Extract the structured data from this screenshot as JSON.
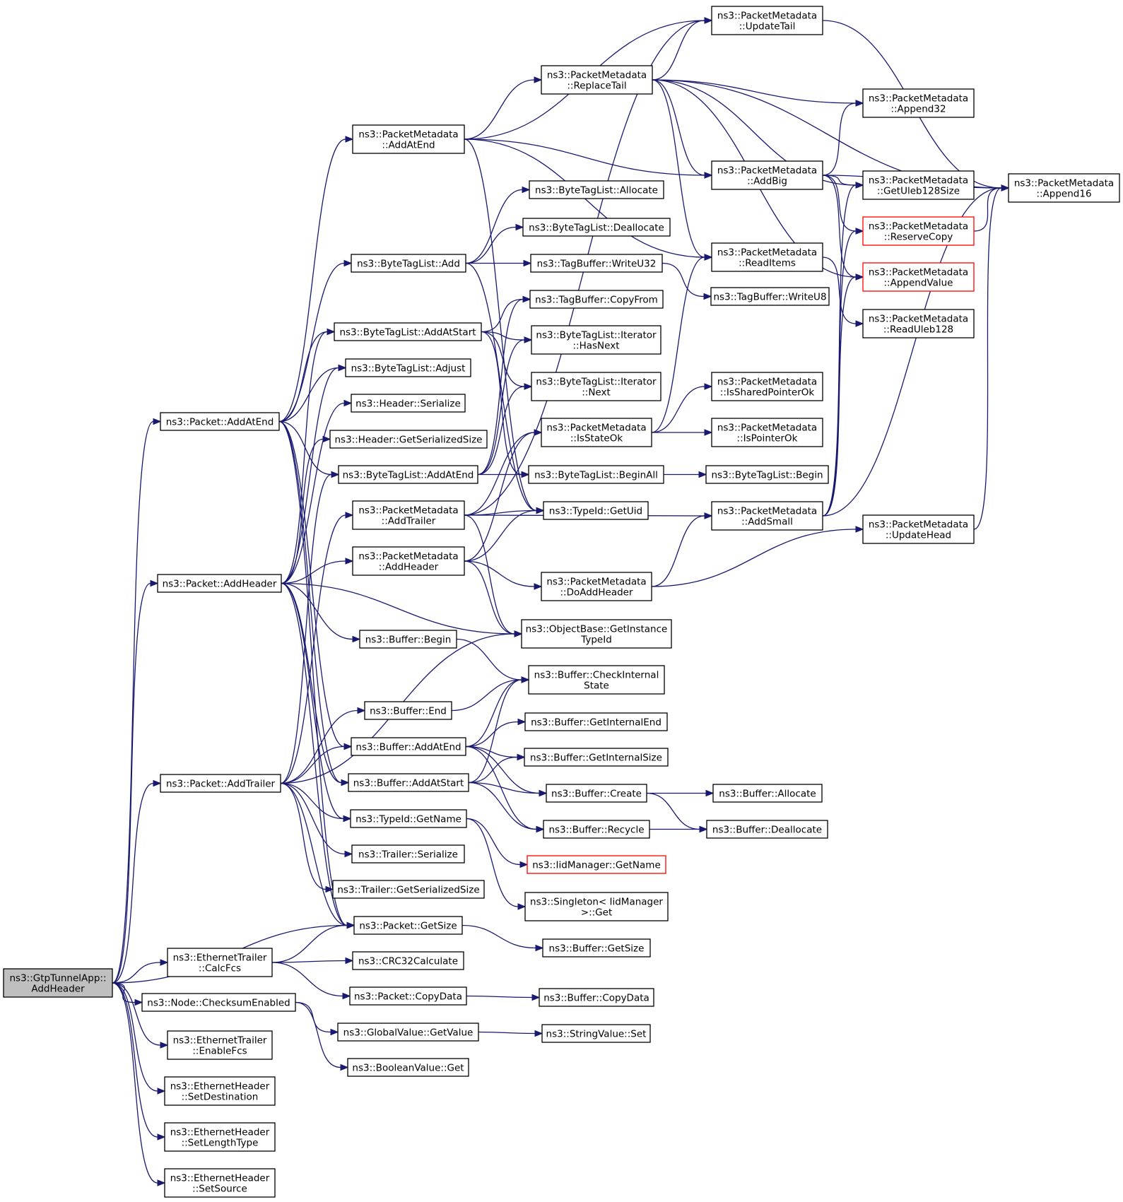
{
  "colors": {
    "edge": "#191970",
    "border": "#000000",
    "border_red": "#ff0000",
    "root_fill": "#bfbfbf",
    "node_fill": "#ffffff"
  },
  "nodes": {
    "root": [
      "ns3::GtpTunnelApp::",
      "AddHeader"
    ],
    "pkt_addatend": [
      "ns3::Packet::AddAtEnd"
    ],
    "pkt_addheader": [
      "ns3::Packet::AddHeader"
    ],
    "pkt_addtrailer": [
      "ns3::Packet::AddTrailer"
    ],
    "eth_calcfcs": [
      "ns3::EthernetTrailer",
      "::CalcFcs"
    ],
    "node_checksum": [
      "ns3::Node::ChecksumEnabled"
    ],
    "eth_enablefcs": [
      "ns3::EthernetTrailer",
      "::EnableFcs"
    ],
    "eth_setdest": [
      "ns3::EthernetHeader",
      "::SetDestination"
    ],
    "eth_setlen": [
      "ns3::EthernetHeader",
      "::SetLengthType"
    ],
    "eth_setsrc": [
      "ns3::EthernetHeader",
      "::SetSource"
    ],
    "pm_addatend": [
      "ns3::PacketMetadata",
      "::AddAtEnd"
    ],
    "btl_add": [
      "ns3::ByteTagList::Add"
    ],
    "btl_addatstart": [
      "ns3::ByteTagList::AddAtStart"
    ],
    "btl_adjust": [
      "ns3::ByteTagList::Adjust"
    ],
    "hdr_serialize": [
      "ns3::Header::Serialize"
    ],
    "hdr_getsize": [
      "ns3::Header::GetSerializedSize"
    ],
    "btl_addatend": [
      "ns3::ByteTagList::AddAtEnd"
    ],
    "pm_addtrailer": [
      "ns3::PacketMetadata",
      "::AddTrailer"
    ],
    "pm_addheader": [
      "ns3::PacketMetadata",
      "::AddHeader"
    ],
    "buf_begin": [
      "ns3::Buffer::Begin"
    ],
    "buf_end": [
      "ns3::Buffer::End"
    ],
    "buf_addatend": [
      "ns3::Buffer::AddAtEnd"
    ],
    "buf_addatstart": [
      "ns3::Buffer::AddAtStart"
    ],
    "tid_getname": [
      "ns3::TypeId::GetName"
    ],
    "trl_serialize": [
      "ns3::Trailer::Serialize"
    ],
    "trl_getsize": [
      "ns3::Trailer::GetSerializedSize"
    ],
    "pkt_getsize": [
      "ns3::Packet::GetSize"
    ],
    "crc32": [
      "ns3::CRC32Calculate"
    ],
    "pkt_copydata": [
      "ns3::Packet::CopyData"
    ],
    "gv_getvalue": [
      "ns3::GlobalValue::GetValue"
    ],
    "bool_get": [
      "ns3::BooleanValue::Get"
    ],
    "pm_replacetail": [
      "ns3::PacketMetadata",
      "::ReplaceTail"
    ],
    "btl_allocate": [
      "ns3::ByteTagList::Allocate"
    ],
    "btl_deallocate": [
      "ns3::ByteTagList::Deallocate"
    ],
    "tb_writeu32": [
      "ns3::TagBuffer::WriteU32"
    ],
    "tb_copyfrom": [
      "ns3::TagBuffer::CopyFrom"
    ],
    "btl_it_hasnext": [
      "ns3::ByteTagList::Iterator",
      "::HasNext"
    ],
    "btl_it_next": [
      "ns3::ByteTagList::Iterator",
      "::Next"
    ],
    "pm_isstateok": [
      "ns3::PacketMetadata",
      "::IsStateOk"
    ],
    "btl_beginall": [
      "ns3::ByteTagList::BeginAll"
    ],
    "tid_getuid": [
      "ns3::TypeId::GetUid"
    ],
    "pm_doaddheader": [
      "ns3::PacketMetadata",
      "::DoAddHeader"
    ],
    "ob_gettid": [
      "ns3::ObjectBase::GetInstance",
      "TypeId"
    ],
    "buf_checkstate": [
      "ns3::Buffer::CheckInternal",
      "State"
    ],
    "buf_getinternalend": [
      "ns3::Buffer::GetInternalEnd"
    ],
    "buf_getinternalsize": [
      "ns3::Buffer::GetInternalSize"
    ],
    "buf_create": [
      "ns3::Buffer::Create"
    ],
    "buf_recycle": [
      "ns3::Buffer::Recycle"
    ],
    "iid_getname": [
      "ns3::IidManager::GetName"
    ],
    "singleton_get": [
      "ns3::Singleton< IidManager",
      ">::Get"
    ],
    "buf_getsize": [
      "ns3::Buffer::GetSize"
    ],
    "buf_copydata": [
      "ns3::Buffer::CopyData"
    ],
    "sv_set": [
      "ns3::StringValue::Set"
    ],
    "pm_updatetail": [
      "ns3::PacketMetadata",
      "::UpdateTail"
    ],
    "pm_addbig": [
      "ns3::PacketMetadata",
      "::AddBig"
    ],
    "pm_readitems": [
      "ns3::PacketMetadata",
      "::ReadItems"
    ],
    "tb_writeu8": [
      "ns3::TagBuffer::WriteU8"
    ],
    "pm_issharedok": [
      "ns3::PacketMetadata",
      "::IsSharedPointerOk"
    ],
    "pm_ispointerok": [
      "ns3::PacketMetadata",
      "::IsPointerOk"
    ],
    "btl_begin": [
      "ns3::ByteTagList::Begin"
    ],
    "pm_addsmall": [
      "ns3::PacketMetadata",
      "::AddSmall"
    ],
    "buf_allocate": [
      "ns3::Buffer::Allocate"
    ],
    "buf_deallocate": [
      "ns3::Buffer::Deallocate"
    ],
    "pm_append32": [
      "ns3::PacketMetadata",
      "::Append32"
    ],
    "pm_getuleb": [
      "ns3::PacketMetadata",
      "::GetUleb128Size"
    ],
    "pm_reservecopy": [
      "ns3::PacketMetadata",
      "::ReserveCopy"
    ],
    "pm_appendvalue": [
      "ns3::PacketMetadata",
      "::AppendValue"
    ],
    "pm_readuleb": [
      "ns3::PacketMetadata",
      "::ReadUleb128"
    ],
    "pm_updatehead": [
      "ns3::PacketMetadata",
      "::UpdateHead"
    ],
    "pm_append16": [
      "ns3::PacketMetadata",
      "::Append16"
    ]
  },
  "edges": [
    [
      "root",
      "pkt_addatend"
    ],
    [
      "root",
      "pkt_addheader"
    ],
    [
      "root",
      "pkt_addtrailer"
    ],
    [
      "root",
      "pkt_getsize"
    ],
    [
      "root",
      "eth_calcfcs"
    ],
    [
      "root",
      "node_checksum"
    ],
    [
      "root",
      "eth_enablefcs"
    ],
    [
      "root",
      "eth_setdest"
    ],
    [
      "root",
      "eth_setlen"
    ],
    [
      "root",
      "eth_setsrc"
    ],
    [
      "pkt_addatend",
      "pm_addatend"
    ],
    [
      "pkt_addatend",
      "btl_add"
    ],
    [
      "pkt_addatend",
      "btl_addatstart"
    ],
    [
      "pkt_addatend",
      "btl_adjust"
    ],
    [
      "pkt_addatend",
      "btl_addatend"
    ],
    [
      "pkt_addatend",
      "buf_addatend"
    ],
    [
      "pkt_addatend",
      "buf_addatstart"
    ],
    [
      "pkt_addatend",
      "pkt_getsize"
    ],
    [
      "pkt_addheader",
      "btl_addatstart"
    ],
    [
      "pkt_addheader",
      "btl_adjust"
    ],
    [
      "pkt_addheader",
      "hdr_serialize"
    ],
    [
      "pkt_addheader",
      "hdr_getsize"
    ],
    [
      "pkt_addheader",
      "pm_addheader"
    ],
    [
      "pkt_addheader",
      "ob_gettid"
    ],
    [
      "pkt_addheader",
      "buf_begin"
    ],
    [
      "pkt_addheader",
      "buf_addatstart"
    ],
    [
      "pkt_addheader",
      "tid_getname"
    ],
    [
      "pkt_addheader",
      "pkt_getsize"
    ],
    [
      "pkt_addtrailer",
      "btl_addatend"
    ],
    [
      "pkt_addtrailer",
      "pm_addtrailer"
    ],
    [
      "pkt_addtrailer",
      "ob_gettid"
    ],
    [
      "pkt_addtrailer",
      "buf_end"
    ],
    [
      "pkt_addtrailer",
      "buf_addatend"
    ],
    [
      "pkt_addtrailer",
      "tid_getname"
    ],
    [
      "pkt_addtrailer",
      "trl_serialize"
    ],
    [
      "pkt_addtrailer",
      "trl_getsize"
    ],
    [
      "pkt_addtrailer",
      "pkt_getsize"
    ],
    [
      "eth_calcfcs",
      "pkt_getsize"
    ],
    [
      "eth_calcfcs",
      "crc32"
    ],
    [
      "eth_calcfcs",
      "pkt_copydata"
    ],
    [
      "node_checksum",
      "gv_getvalue"
    ],
    [
      "node_checksum",
      "bool_get"
    ],
    [
      "pm_addatend",
      "pm_updatetail"
    ],
    [
      "pm_addatend",
      "pm_replacetail"
    ],
    [
      "pm_addatend",
      "pm_addbig"
    ],
    [
      "pm_addatend",
      "pm_readitems"
    ],
    [
      "pm_addatend",
      "tid_getuid"
    ],
    [
      "btl_add",
      "btl_allocate"
    ],
    [
      "btl_add",
      "btl_deallocate"
    ],
    [
      "btl_add",
      "tb_writeu32"
    ],
    [
      "btl_add",
      "tid_getuid"
    ],
    [
      "btl_addatstart",
      "tb_copyfrom"
    ],
    [
      "btl_addatstart",
      "btl_it_hasnext"
    ],
    [
      "btl_addatstart",
      "btl_it_next"
    ],
    [
      "btl_addatstart",
      "btl_beginall"
    ],
    [
      "btl_addatend",
      "tb_copyfrom"
    ],
    [
      "btl_addatend",
      "btl_it_hasnext"
    ],
    [
      "btl_addatend",
      "btl_it_next"
    ],
    [
      "btl_addatend",
      "btl_beginall"
    ],
    [
      "pm_addtrailer",
      "pm_isstateok"
    ],
    [
      "pm_addtrailer",
      "tid_getuid"
    ],
    [
      "pm_addtrailer",
      "pm_addsmall"
    ],
    [
      "pm_addtrailer",
      "ob_gettid"
    ],
    [
      "pm_addtrailer",
      "pm_updatetail"
    ],
    [
      "pm_addheader",
      "pm_isstateok"
    ],
    [
      "pm_addheader",
      "tid_getuid"
    ],
    [
      "pm_addheader",
      "pm_doaddheader"
    ],
    [
      "pm_addheader",
      "ob_gettid"
    ],
    [
      "buf_begin",
      "buf_checkstate"
    ],
    [
      "buf_end",
      "buf_checkstate"
    ],
    [
      "buf_addatend",
      "buf_checkstate"
    ],
    [
      "buf_addatend",
      "buf_getinternalend"
    ],
    [
      "buf_addatend",
      "buf_getinternalsize"
    ],
    [
      "buf_addatend",
      "buf_create"
    ],
    [
      "buf_addatend",
      "buf_recycle"
    ],
    [
      "buf_addatstart",
      "buf_checkstate"
    ],
    [
      "buf_addatstart",
      "buf_getinternalsize"
    ],
    [
      "buf_addatstart",
      "buf_create"
    ],
    [
      "buf_addatstart",
      "buf_recycle"
    ],
    [
      "tid_getname",
      "iid_getname"
    ],
    [
      "tid_getname",
      "singleton_get"
    ],
    [
      "pkt_getsize",
      "buf_getsize"
    ],
    [
      "pkt_copydata",
      "buf_copydata"
    ],
    [
      "gv_getvalue",
      "sv_set"
    ],
    [
      "pm_replacetail",
      "pm_updatetail"
    ],
    [
      "pm_replacetail",
      "pm_append32"
    ],
    [
      "pm_replacetail",
      "pm_getuleb"
    ],
    [
      "pm_replacetail",
      "pm_addbig"
    ],
    [
      "pm_replacetail",
      "pm_readitems"
    ],
    [
      "pm_replacetail",
      "pm_appendvalue"
    ],
    [
      "pm_replacetail",
      "pm_append16"
    ],
    [
      "tb_writeu32",
      "tb_writeu8"
    ],
    [
      "pm_isstateok",
      "pm_issharedok"
    ],
    [
      "pm_isstateok",
      "pm_ispointerok"
    ],
    [
      "pm_isstateok",
      "pm_readitems"
    ],
    [
      "btl_beginall",
      "btl_begin"
    ],
    [
      "pm_doaddheader",
      "pm_addsmall"
    ],
    [
      "pm_doaddheader",
      "pm_updatehead"
    ],
    [
      "buf_create",
      "buf_allocate"
    ],
    [
      "buf_create",
      "buf_deallocate"
    ],
    [
      "buf_recycle",
      "buf_deallocate"
    ],
    [
      "pm_updatetail",
      "pm_append16"
    ],
    [
      "pm_addbig",
      "pm_append32"
    ],
    [
      "pm_addbig",
      "pm_getuleb"
    ],
    [
      "pm_addbig",
      "pm_reservecopy"
    ],
    [
      "pm_addbig",
      "pm_appendvalue"
    ],
    [
      "pm_addbig",
      "pm_append16"
    ],
    [
      "pm_readitems",
      "pm_readuleb"
    ],
    [
      "pm_addsmall",
      "pm_getuleb"
    ],
    [
      "pm_addsmall",
      "pm_reservecopy"
    ],
    [
      "pm_addsmall",
      "pm_appendvalue"
    ],
    [
      "pm_addsmall",
      "pm_append16"
    ],
    [
      "pm_reservecopy",
      "pm_append16"
    ],
    [
      "pm_updatehead",
      "pm_append16"
    ]
  ]
}
